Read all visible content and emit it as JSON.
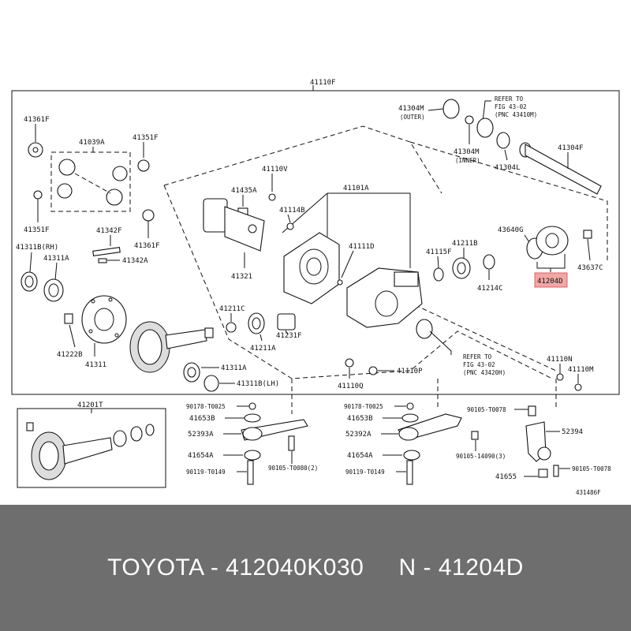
{
  "caption": {
    "brand_part": "TOYOTA - 412040K030",
    "ref_part": "N - 41204D"
  },
  "colors": {
    "highlight": "#f2a6a6",
    "caption_bg": "#6e6e6e"
  },
  "diagram": {
    "ref_code": "431486F",
    "labels": {
      "p41110F": "41110F",
      "p41361F_a": "41361F",
      "p41039A": "41039A",
      "p41351F_a": "41351F",
      "p41351F_b": "41351F",
      "p41342F": "41342F",
      "p41361F_b": "41361F",
      "p41342A": "41342A",
      "p41311B_RH": "41311B(RH)",
      "p41311A_a": "41311A",
      "p41222B": "41222B",
      "p41311": "41311",
      "p41311A_b": "41311A",
      "p41311B_LH": "41311B(LH)",
      "p41110V": "41110V",
      "p41435A": "41435A",
      "p41321": "41321",
      "p41101A": "41101A",
      "p41114B": "41114B",
      "p41111D": "41111D",
      "p41211C": "41211C",
      "p41211A": "41211A",
      "p41231F": "41231F",
      "p41110Q": "41110Q",
      "p41110P": "41110P",
      "p41304M_outer": "41304M",
      "outer": "(OUTER)",
      "p41304M_inner": "41304M",
      "inner": "(INNER)",
      "refer1_a": "REFER TO",
      "refer1_b": "FIG 43-02",
      "refer1_c": "(PNC 43410M)",
      "p41304L": "41304L",
      "p41304F": "41304F",
      "p41115F": "41115F",
      "p41211B": "41211B",
      "p41214C": "41214C",
      "p43640G": "43640G",
      "p41204D": "41204D",
      "p43637C": "43637C",
      "refer2_a": "REFER TO",
      "refer2_b": "FIG 43-02",
      "refer2_c": "(PNC 43420H)",
      "p41110N": "41110N",
      "p41110M": "41110M",
      "p41201T": "41201T",
      "p90178_a": "90178-T0025",
      "p41653B_a": "41653B",
      "p52393A": "52393A",
      "p41654A_a": "41654A",
      "p90119_a": "90119-T0149",
      "p90105_T0080": "90105-T0080(2)",
      "p90178_b": "90178-T0025",
      "p41653B_b": "41653B",
      "p52392A": "52392A",
      "p41654A_b": "41654A",
      "p90119_b": "90119-T0149",
      "p90105_T0078_a": "90105-T0078",
      "p90105_14090": "90105-14090(3)",
      "p52394": "52394",
      "p41655": "41655",
      "p90105_T0078_b": "90105-T0078"
    }
  }
}
